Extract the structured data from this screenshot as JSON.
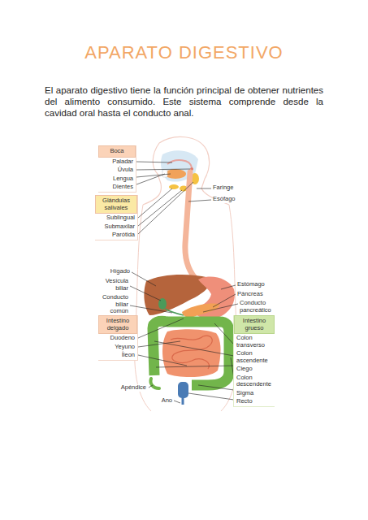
{
  "diagram": {
    "title": "APARATO DIGESTIVO",
    "caption": "El aparato digestivo tiene la función principal de obtener nutrientes del alimento consumido. Este sistema comprende desde la cavidad oral hasta el conducto anal.",
    "nodes": [
      {
        "text": [
          "Boca",
          "Paladar",
          "Úvula",
          "Lengua",
          "Dientes"
        ]
      },
      {
        "text": [
          "Glándulas salivales",
          "Sublingual",
          "Submaxilar",
          "Parótida"
        ]
      },
      {
        "text": [
          "Intestino delgado",
          "Duodeno",
          "Yeyuno",
          "Íleon"
        ]
      },
      {
        "text": [
          "Intestino grueso",
          "Colon transverso",
          "Colon ascendente",
          "Ciego",
          "Colon descendente",
          "Sigma",
          "Recto"
        ]
      }
    ],
    "labels": [
      "Faringe",
      "Esófago",
      "Hígado",
      "Vesícula biliar",
      "Conducto biliar común",
      "Estómago",
      "Páncreas",
      "Conducto pancreático",
      "Apéndice",
      "Ano"
    ]
  }
}
